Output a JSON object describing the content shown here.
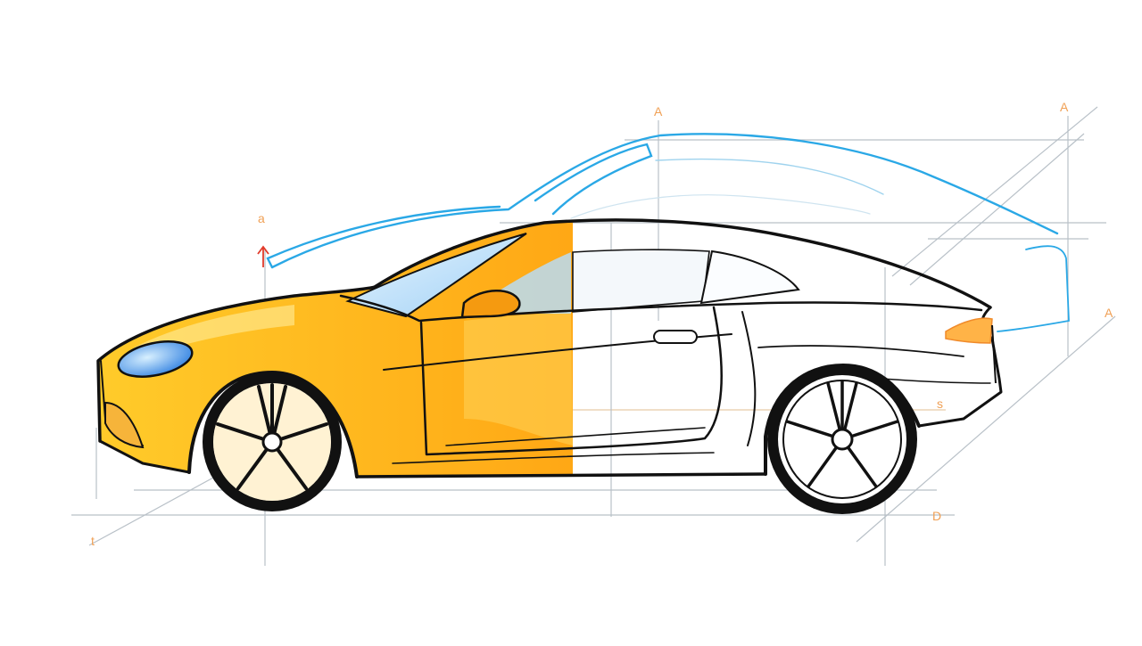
{
  "illustration": {
    "subject": "sports-car-side-view",
    "style": "half-colored-sketch",
    "markers": {
      "front_top": "a",
      "middle_top": "A",
      "rear_top": "A",
      "rear_right": "A",
      "rear_mid": "s",
      "rear_bottom": "D",
      "front_bottom": "t"
    }
  },
  "colors": {
    "background": "#ffffff",
    "paint_light": "#ffc21a",
    "paint_dark": "#f7890a",
    "outline": "#111111",
    "blueprint": "#2aa8e6",
    "construction": "#b9c1c8",
    "marker_red": "#e23b2b",
    "marker_orange": "#f0a055",
    "glass": "#bfe3ff",
    "headlight": "#3a8ff0"
  }
}
